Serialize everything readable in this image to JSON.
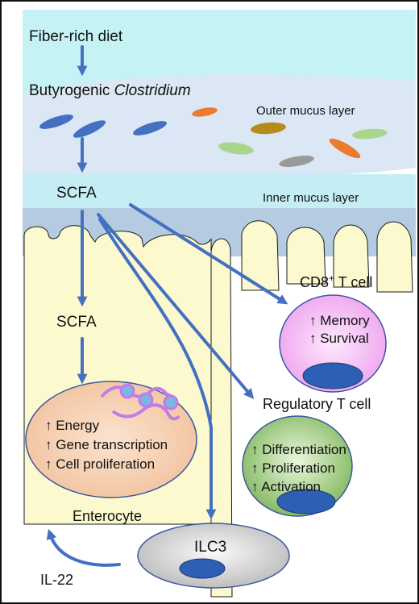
{
  "labels": {
    "fiber_diet": "Fiber-rich diet",
    "butyrogenic_prefix": "Butyrogenic ",
    "butyrogenic_genus": "Clostridium",
    "outer_mucus": "Outer mucus layer",
    "scfa_top": "SCFA",
    "inner_mucus": "Inner mucus layer",
    "scfa_cell": "SCFA",
    "enterocyte": "Enterocyte",
    "il22": "IL-22",
    "cd8_base": "CD8",
    "cd8_sup": "+",
    "cd8_rest": " T cell",
    "treg": "Regulatory T cell",
    "ilc3": "ILC3"
  },
  "enterocyte_effects": [
    "↑ Energy",
    "↑ Gene transcription",
    "↑ Cell proliferation"
  ],
  "cd8_effects": [
    "↑ Memory",
    "↑ Survival"
  ],
  "treg_effects": [
    "↑ Differentiation",
    "↑ Proliferation",
    "↑ Activation"
  ],
  "colors": {
    "lumen": "#c5f2f5",
    "outer_mucus": "#dbe7f4",
    "inner_mucus": "#c5eef4",
    "crypt_band": "#b4cbe2",
    "epithelium": "#fdf9cf",
    "arrow": "#4470c2",
    "bacteria_blue": "#4470c2",
    "nucleus_energy": "#f7cfae",
    "cd8_cell": "#f3bdf3",
    "treg_cell": "#a9d58c",
    "ilc3_cell": "#dedede",
    "nucleus": "#2d5fb5",
    "dna": "#c27ce6"
  }
}
